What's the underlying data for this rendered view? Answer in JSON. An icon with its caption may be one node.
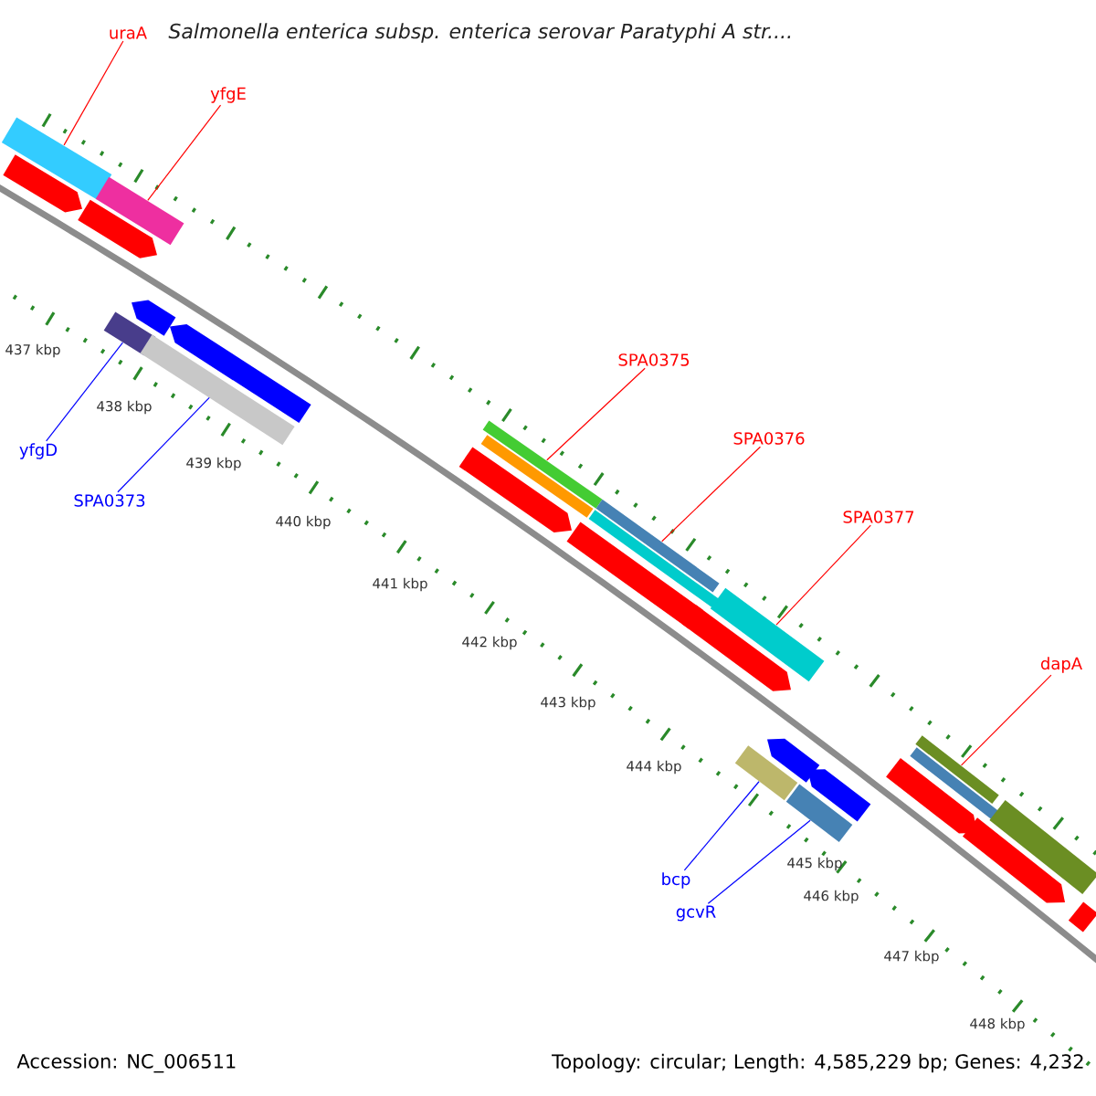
{
  "diagram": {
    "title": "Salmonella enterica subsp. enterica serovar Paratyphi A str....",
    "nodes": [
      {
        "text": [
          "uraA"
        ]
      },
      {
        "text": [],
        "shape": "bar"
      },
      {
        "text": [
          "yfgE"
        ]
      },
      {
        "text": [],
        "shape": "bar"
      },
      {
        "text": [
          "SPA0375"
        ]
      },
      {
        "text": [],
        "shape": "bar"
      },
      {
        "text": [
          "SPA0376"
        ]
      },
      {
        "text": [],
        "shape": "bar"
      },
      {
        "text": [
          "SPA0377"
        ]
      },
      {
        "text": [],
        "shape": "bar"
      },
      {
        "text": [
          "dapA"
        ]
      },
      {
        "text": [],
        "shape": "bar"
      },
      {
        "text": [
          "yfgD"
        ]
      },
      {
        "text": [],
        "shape": "bar"
      },
      {
        "text": [
          "SPA0373"
        ]
      },
      {
        "text": [],
        "shape": "bar"
      },
      {
        "text": [
          "bcp"
        ]
      },
      {
        "text": [],
        "shape": "bar"
      },
      {
        "text": [
          "gcvR"
        ]
      },
      {
        "text": [],
        "shape": "bar"
      },
      {
        "text": [],
        "shape": "bar"
      },
      {
        "text": [],
        "shape": "bar"
      },
      {
        "text": [],
        "shape": "bar"
      },
      {
        "text": [],
        "shape": "bar"
      },
      {
        "text": [],
        "shape": "arrow"
      },
      {
        "text": [],
        "shape": "arrow"
      },
      {
        "text": [],
        "shape": "arrow"
      },
      {
        "text": [],
        "shape": "arrow"
      },
      {
        "text": [],
        "shape": "arrow"
      },
      {
        "text": [],
        "shape": "arrow"
      },
      {
        "text": [],
        "shape": "arrow"
      },
      {
        "text": [],
        "shape": "bar"
      },
      {
        "text": [],
        "shape": "arrow"
      },
      {
        "text": [],
        "shape": "arrow"
      },
      {
        "text": [],
        "shape": "arrow"
      },
      {
        "text": [],
        "shape": "arrow"
      }
    ],
    "edges": [
      {
        "from": 0,
        "to": 1,
        "arrow": "none"
      },
      {
        "from": 2,
        "to": 3,
        "arrow": "none"
      },
      {
        "from": 4,
        "to": 5,
        "arrow": "none"
      },
      {
        "from": 6,
        "to": 7,
        "arrow": "none"
      },
      {
        "from": 8,
        "to": 9,
        "arrow": "none"
      },
      {
        "from": 10,
        "to": 11,
        "arrow": "none"
      },
      {
        "from": 12,
        "to": 13,
        "arrow": "none",
        "color": "#0000ff"
      },
      {
        "from": 14,
        "to": 15,
        "arrow": "none",
        "color": "#0000ff"
      },
      {
        "from": 16,
        "to": 17,
        "arrow": "none",
        "color": "#0000ff"
      },
      {
        "from": 18,
        "to": 19,
        "arrow": "none",
        "color": "#0000ff"
      }
    ],
    "labels": [
      "437 kbp",
      "438 kbp",
      "439 kbp",
      "440 kbp",
      "441 kbp",
      "442 kbp",
      "443 kbp",
      "444 kbp",
      "445 kbp",
      "446 kbp",
      "447 kbp",
      "448 kbp",
      "Accession: NC_006511",
      "Topology: circular; Length: 4,585,229 bp; Genes: 4,232"
    ]
  }
}
